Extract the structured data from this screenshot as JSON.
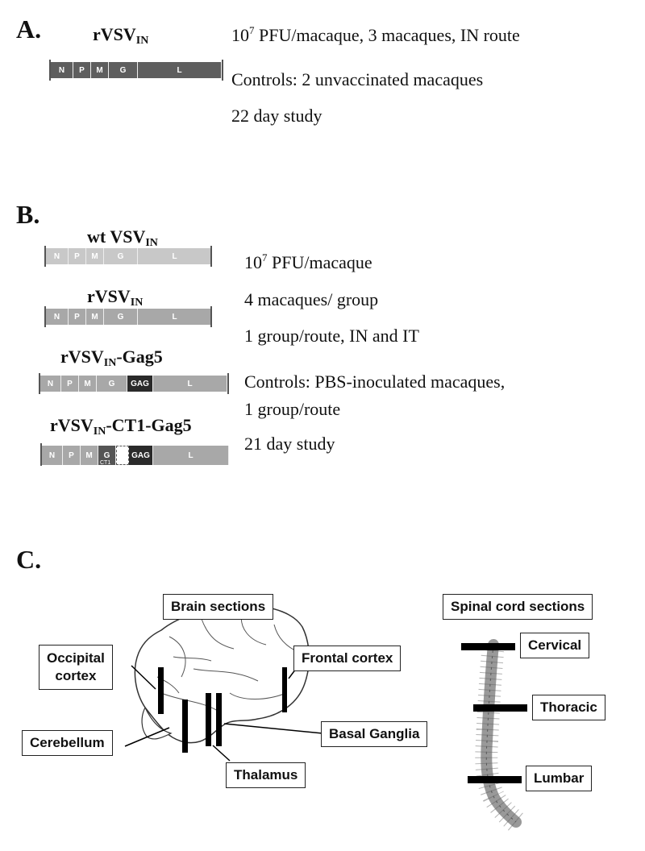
{
  "panel_a": {
    "label": "A.",
    "construct": {
      "name": "rVSV",
      "sub": "IN"
    },
    "genes": [
      "N",
      "P",
      "M",
      "G",
      "L"
    ],
    "info": {
      "line1_pre": "10",
      "line1_sup": "7",
      "line1_post": " PFU/macaque, 3 macaques, IN route",
      "line2": "Controls: 2 unvaccinated macaques",
      "line3": "22 day study"
    }
  },
  "panel_b": {
    "label": "B.",
    "constructs": [
      {
        "name_pre": "wt VSV",
        "sub": "IN",
        "name_post": "",
        "genes": [
          "N",
          "P",
          "M",
          "G",
          "L"
        ]
      },
      {
        "name_pre": "rVSV",
        "sub": "IN",
        "name_post": "",
        "genes": [
          "N",
          "P",
          "M",
          "G",
          "L"
        ]
      },
      {
        "name_pre": "rVSV",
        "sub": "IN",
        "name_post": "-Gag5",
        "genes": [
          "N",
          "P",
          "M",
          "G",
          "GAG",
          "L"
        ]
      },
      {
        "name_pre": "rVSV",
        "sub": "IN",
        "name_post": "-CT1-Gag5",
        "genes": [
          "N",
          "P",
          "M",
          "G",
          "GAG",
          "L"
        ],
        "ct1_label": "CT1"
      }
    ],
    "info": {
      "line1_pre": "10",
      "line1_sup": "7",
      "line1_post": " PFU/macaque",
      "line2": "4 macaques/ group",
      "line3": "1 group/route, IN and IT",
      "line4": "Controls: PBS-inoculated macaques,",
      "line5": "1 group/route",
      "line6": "21 day study"
    }
  },
  "panel_c": {
    "label": "C.",
    "brain_title": "Brain sections",
    "spine_title": "Spinal cord sections",
    "brain_regions": {
      "occipital": "Occipital\ncortex",
      "frontal": "Frontal cortex",
      "cerebellum": "Cerebellum",
      "basal": "Basal Ganglia",
      "thalamus": "Thalamus"
    },
    "spine_regions": [
      "Cervical",
      "Thoracic",
      "Lumbar"
    ]
  },
  "colors": {
    "dark_genome": "#5e5e5e",
    "light_genome": "#c8c8c8",
    "mid_genome": "#a8a8a8",
    "gag": "#2a2a2a"
  }
}
